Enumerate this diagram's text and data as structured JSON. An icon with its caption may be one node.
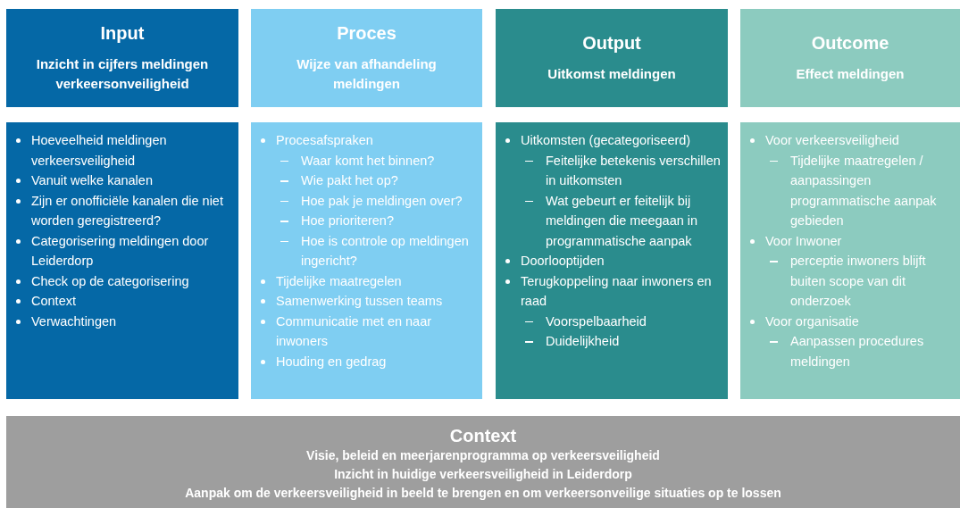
{
  "diagram": {
    "nodes": [
      {
        "text": [
          "Input",
          "Inzicht in cijfers meldingen verkeersonveiligheid"
        ]
      },
      {
        "text": [
          "Proces",
          "Wijze van afhandeling meldingen"
        ]
      },
      {
        "text": [
          "Output",
          "Uitkomst meldingen"
        ]
      },
      {
        "text": [
          "Outcome",
          "Effect meldingen"
        ]
      },
      {
        "text": [
          "Hoeveelheid meldingen verkeersveiligheid",
          "Vanuit welke kanalen",
          "Zijn er onofficiële kanalen die niet worden geregistreerd?",
          "Categorisering meldingen door Leiderdorp",
          "Check op de categorisering",
          "Context",
          "Verwachtingen"
        ]
      },
      {
        "text": [
          "Procesafspraken",
          "Waar komt het binnen?",
          "Wie pakt het op?",
          "Hoe pak je meldingen over?",
          "Hoe prioriteren?",
          "Hoe is controle op meldingen ingericht?",
          "Tijdelijke maatregelen",
          "Samenwerking tussen teams",
          "Communicatie met en naar inwoners",
          "Houding en gedrag"
        ]
      },
      {
        "text": [
          "Uitkomsten (gecategoriseerd)",
          "Feitelijke betekenis verschillen in uitkomsten",
          "Wat gebeurt er feitelijk bij meldingen die meegaan in programmatische aanpak",
          "Doorlooptijden",
          "Terugkoppeling naar inwoners en raad",
          "Voorspelbaarheid",
          "Duidelijkheid"
        ]
      },
      {
        "text": [
          "Voor verkeersveiligheid",
          "Tijdelijke maatregelen / aanpassingen programmatische aanpak gebieden",
          "Voor Inwoner",
          "perceptie inwoners blijft buiten scope van dit onderzoek",
          "Voor organisatie",
          "Aanpassen procedures meldingen"
        ]
      },
      {
        "text": [
          "Context",
          "Visie, beleid en meerjarenprogramma op verkeersveiligheid",
          "Inzicht in huidige verkeersveiligheid in Leiderdorp",
          "Aanpak om de verkeersveiligheid in beeld te brengen en om verkeersonveilige situaties op te lossen"
        ]
      }
    ]
  }
}
